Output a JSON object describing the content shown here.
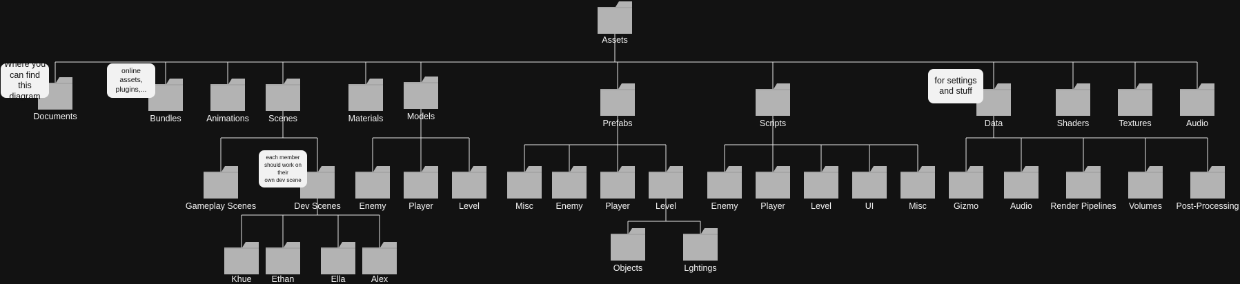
{
  "colors": {
    "background": "#121212",
    "folder": "#b3b3b3",
    "connector": "#e6e6e6",
    "label": "#f2f2f2",
    "note_bg": "#f2f2f2",
    "note_text": "#111111"
  },
  "icon": "folder-icon",
  "nodes": {
    "assets": "Assets",
    "documents": "Documents",
    "bundles": "Bundles",
    "animations": "Animations",
    "scenes": "Scenes",
    "materials": "Materials",
    "models": "Models",
    "prefabs": "Prefabs",
    "scripts": "Scripts",
    "data": "Data",
    "shaders": "Shaders",
    "textures": "Textures",
    "audio": "Audio",
    "gameplay_scenes": "Gameplay Scenes",
    "dev_scenes": "Dev Scenes",
    "khue": "Khue",
    "ethan": "Ethan",
    "ella": "Ella",
    "alex": "Alex",
    "models_enemy": "Enemy",
    "models_player": "Player",
    "models_level": "Level",
    "prefabs_misc": "Misc",
    "prefabs_enemy": "Enemy",
    "prefabs_player": "Player",
    "prefabs_level": "Level",
    "objects": "Objects",
    "lightings": "Lghtings",
    "scripts_enemy": "Enemy",
    "scripts_player": "Player",
    "scripts_level": "Level",
    "scripts_ui": "UI",
    "scripts_misc": "Misc",
    "gizmo": "Gizmo",
    "data_audio": "Audio",
    "render_pipelines": "Render Pipelines",
    "volumes": "Volumes",
    "post_processing": "Post-Processing"
  },
  "notes": {
    "documents": [
      "Where you",
      "can find this",
      "diagram"
    ],
    "bundles": [
      "online assets,",
      "plugins,..."
    ],
    "dev_scenes": [
      "each member",
      "should work on their",
      "own dev scene"
    ],
    "data": [
      "for settings",
      "and stuff"
    ]
  }
}
